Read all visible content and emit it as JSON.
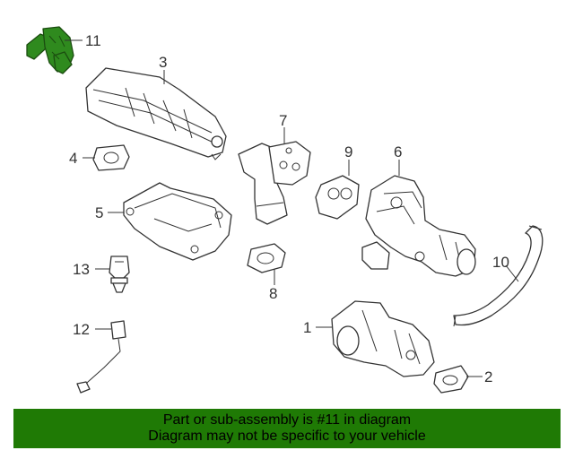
{
  "callouts": {
    "c1": "1",
    "c2": "2",
    "c3": "3",
    "c4": "4",
    "c5": "5",
    "c6": "6",
    "c7": "7",
    "c8": "8",
    "c9": "9",
    "c10": "10",
    "c11": "11",
    "c12": "12",
    "c13": "13"
  },
  "banner": {
    "line1": "Part or sub-assembly is #11 in diagram",
    "line2": "Diagram may not be specific to your vehicle",
    "color": "#1f7a05"
  },
  "highlight": {
    "part": "11",
    "color": "#2f8a1e"
  }
}
